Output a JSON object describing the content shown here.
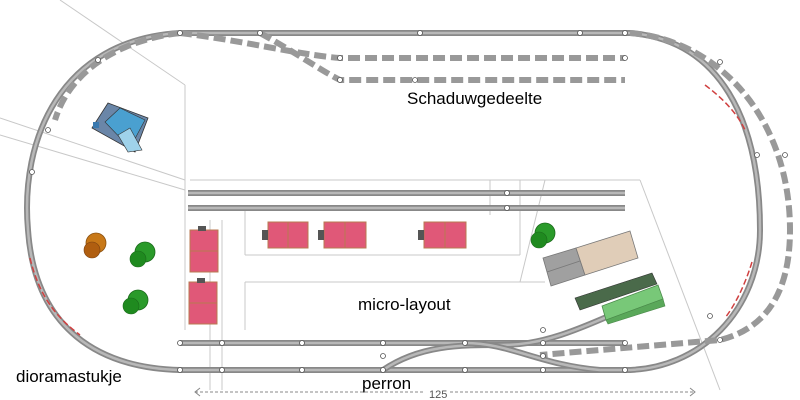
{
  "labels": {
    "shadow_yard": "Schaduwgedeelte",
    "micro_layout": "micro-layout",
    "diorama": "dioramastukje",
    "platform": "perron",
    "dimension": "125"
  },
  "colors": {
    "track": "#9a9a9a",
    "track_dark": "#8a8a8a",
    "red_section": "#d04040",
    "building_red": "#e05878",
    "building_border": "#b87a50",
    "tree_green": "#2a9a2a",
    "tree_orange": "#c87818",
    "shed_green": "#78c878",
    "blue_house": "#4aa0d0"
  }
}
